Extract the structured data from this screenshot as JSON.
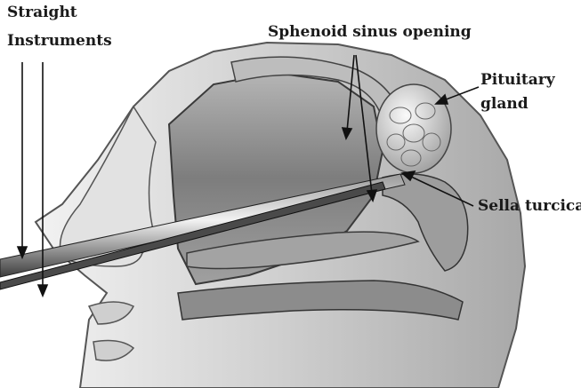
{
  "diagram": {
    "labels": {
      "straight": "Straight",
      "instruments": "Instruments",
      "sphenoid_opening": "Sphenoid sinus opening",
      "pituitary_line1": "Pituitary",
      "pituitary_line2": "gland",
      "sella_turcica": "Sella turcica"
    }
  },
  "colors": {
    "background": "#ffffff",
    "ink": "#1a1a1a",
    "skin": "#d4d4d4",
    "skin_shadow": "#9a9a9a",
    "bone": "#bdbdbd",
    "cavity": "#8a8a8a",
    "gland": "#e6e6e6",
    "instrument": "#5a5a5a"
  }
}
